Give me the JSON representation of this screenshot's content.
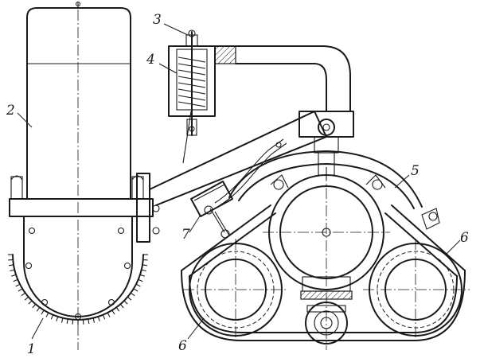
{
  "labels": {
    "l1": "1",
    "l2": "2",
    "l3": "3",
    "l4": "4",
    "l5": "5",
    "l6a": "6",
    "l6b": "6",
    "l7": "7"
  },
  "colors": {
    "ink": "#1a1a1a",
    "paper": "#ffffff"
  }
}
